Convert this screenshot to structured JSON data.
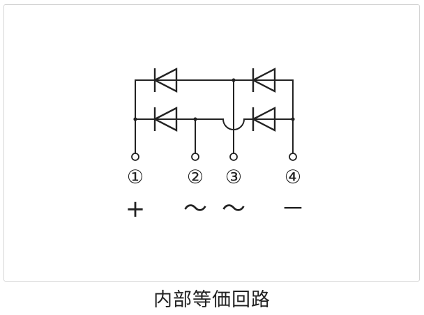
{
  "caption": "内部等価回路",
  "terminals": [
    {
      "number": "①",
      "polarity": "+"
    },
    {
      "number": "②",
      "polarity": "～"
    },
    {
      "number": "③",
      "polarity": "～"
    },
    {
      "number": "④",
      "polarity": "－"
    }
  ],
  "colors": {
    "line": "#222222",
    "frame_border": "#d4d4d4",
    "background": "#ffffff"
  }
}
